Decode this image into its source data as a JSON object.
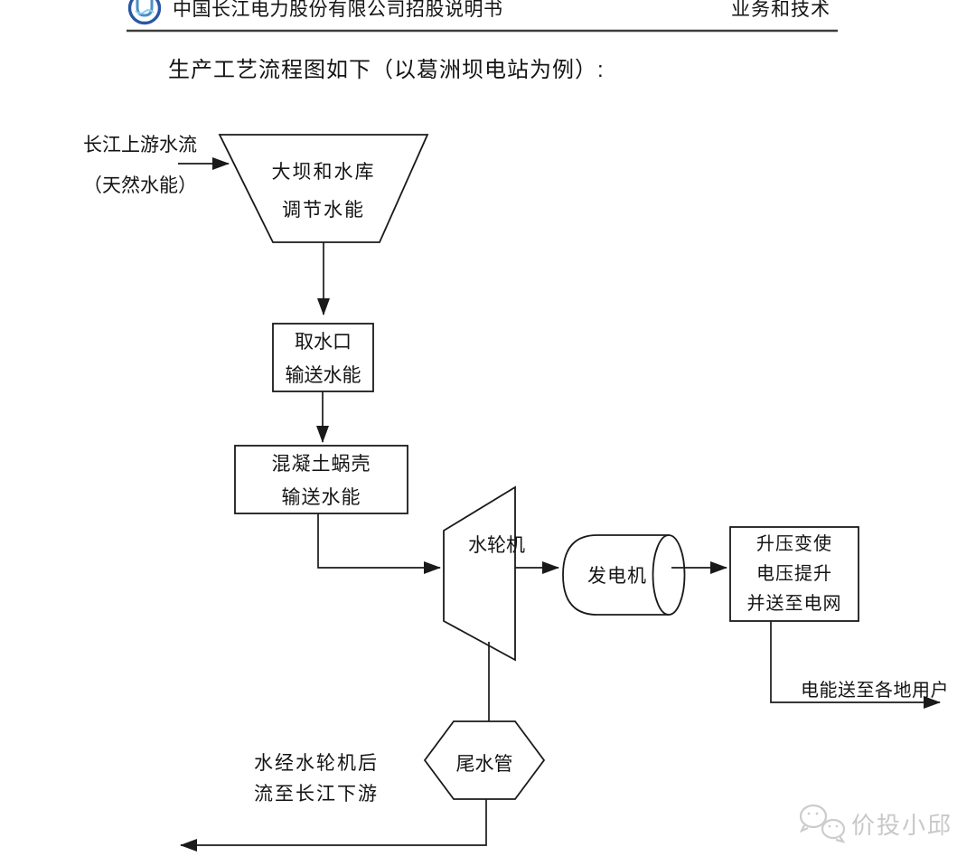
{
  "header": {
    "doc_title": "中国长江电力股份有限公司招股说明书",
    "section": "业务和技术",
    "logo_icon": "hydropower-dam-logo",
    "logo_color": "#2857a4"
  },
  "intro_text": "生产工艺流程图如下（以葛洲坝电站为例）:",
  "flowchart": {
    "source": {
      "line1": "长江上游水流",
      "line2": "（天然水能）"
    },
    "dam": {
      "line1": "大坝和水库",
      "line2": "调节水能"
    },
    "intake": {
      "line1": "取水口",
      "line2": "输送水能"
    },
    "volute": {
      "line1": "混凝土蜗壳",
      "line2": "输送水能"
    },
    "turbine": {
      "label": "水轮机"
    },
    "generator": {
      "label": "发电机"
    },
    "transformer": {
      "line1": "升压变使",
      "line2": "电压提升",
      "line3": "并送至电网"
    },
    "grid_label": "电能送至各地用户",
    "draft_tube": {
      "label": "尾水管"
    },
    "outflow": {
      "line1": "水经水轮机后",
      "line2": "流至长江下游"
    }
  },
  "watermark": {
    "text": "价投小邱",
    "icon": "wechat-icon",
    "color": "#c8c8c8"
  },
  "colors": {
    "line": "#1a1a1a",
    "background": "#ffffff"
  }
}
